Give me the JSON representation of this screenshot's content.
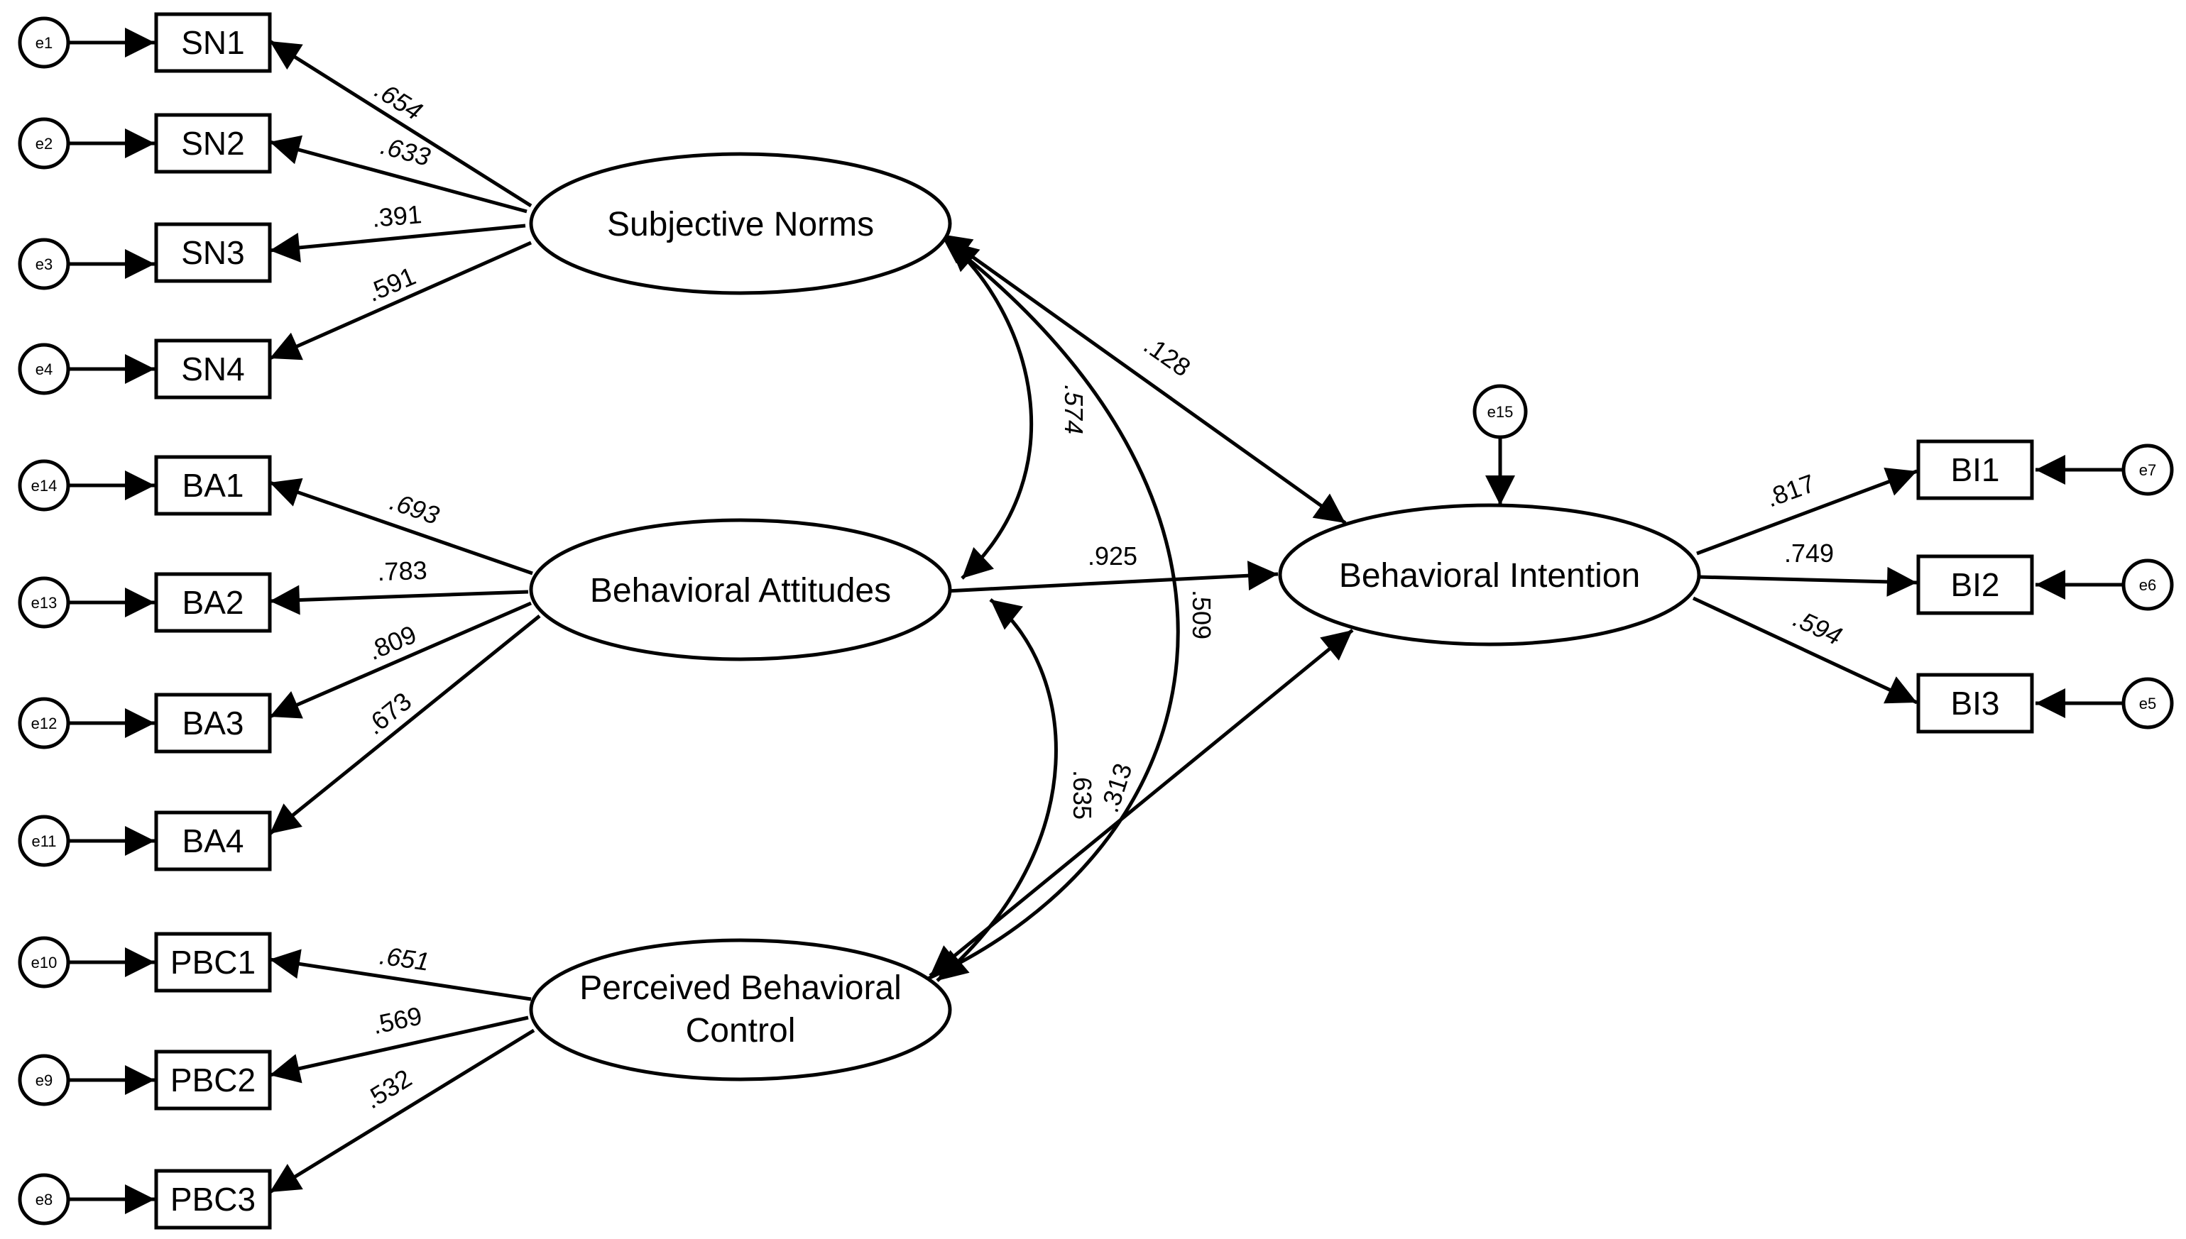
{
  "latents": {
    "sn": "Subjective Norms",
    "ba": "Behavioral Attitudes",
    "pbc_line1": "Perceived Behavioral",
    "pbc_line2": "Control",
    "bi": "Behavioral Intention"
  },
  "indicators": {
    "sn1": "SN1",
    "sn2": "SN2",
    "sn3": "SN3",
    "sn4": "SN4",
    "ba1": "BA1",
    "ba2": "BA2",
    "ba3": "BA3",
    "ba4": "BA4",
    "pbc1": "PBC1",
    "pbc2": "PBC2",
    "pbc3": "PBC3",
    "bi1": "BI1",
    "bi2": "BI2",
    "bi3": "BI3"
  },
  "errors": {
    "e1": "e1",
    "e2": "e2",
    "e3": "e3",
    "e4": "e4",
    "e14": "e14",
    "e13": "e13",
    "e12": "e12",
    "e11": "e11",
    "e10": "e10",
    "e9": "e9",
    "e8": "e8",
    "e7": "e7",
    "e6": "e6",
    "e5": "e5",
    "e15": "e15"
  },
  "loadings": {
    "sn1": ".654",
    "sn2": ".633",
    "sn3": ".391",
    "sn4": ".591",
    "ba1": ".693",
    "ba2": ".783",
    "ba3": ".809",
    "ba4": ".673",
    "pbc1": ".651",
    "pbc2": ".569",
    "pbc3": ".532",
    "bi1": ".817",
    "bi2": ".749",
    "bi3": ".594"
  },
  "paths": {
    "sn_bi": ".128",
    "ba_bi": ".925",
    "pbc_bi": ".313"
  },
  "correlations": {
    "sn_ba": ".574",
    "sn_pbc": ".509",
    "ba_pbc": ".635"
  }
}
